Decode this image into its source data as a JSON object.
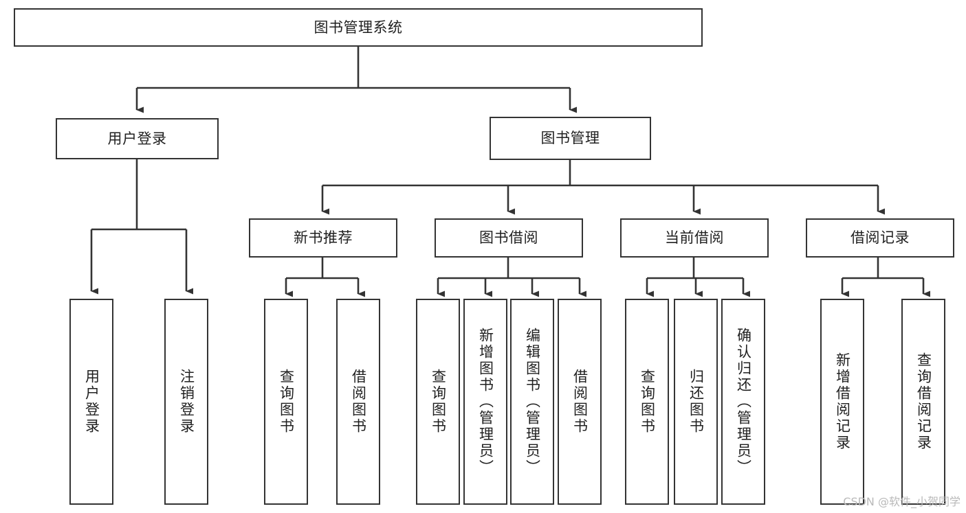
{
  "diagram": {
    "type": "tree",
    "title": "图书管理系统",
    "colors": {
      "background": "#ffffff",
      "node_border": "#333333",
      "node_fill": "#ffffff",
      "edge": "#333333",
      "text": "#1f1f1f",
      "watermark": "#b9b9b9"
    },
    "root": {
      "label": "图书管理系统"
    },
    "level2": [
      {
        "label": "用户登录"
      },
      {
        "label": "图书管理"
      }
    ],
    "level3": [
      {
        "label": "新书推荐"
      },
      {
        "label": "图书借阅"
      },
      {
        "label": "当前借阅"
      },
      {
        "label": "借阅记录"
      }
    ],
    "leaves": {
      "user_login": [
        {
          "label": "用户登录"
        },
        {
          "label": "注销登录"
        }
      ],
      "new_book_recommend": [
        {
          "label": "查询图书"
        },
        {
          "label": "借阅图书"
        }
      ],
      "book_borrow": [
        {
          "label": "查询图书"
        },
        {
          "label": "新增图书（管理员）"
        },
        {
          "label": "编辑图书（管理员）"
        },
        {
          "label": "借阅图书"
        }
      ],
      "current_borrow": [
        {
          "label": "查询图书"
        },
        {
          "label": "归还图书"
        },
        {
          "label": "确认归还（管理员）"
        }
      ],
      "borrow_record": [
        {
          "label": "新增借阅记录"
        },
        {
          "label": "查询借阅记录"
        }
      ]
    }
  },
  "watermark": {
    "text": "CSDN @软件_小贺同学"
  }
}
